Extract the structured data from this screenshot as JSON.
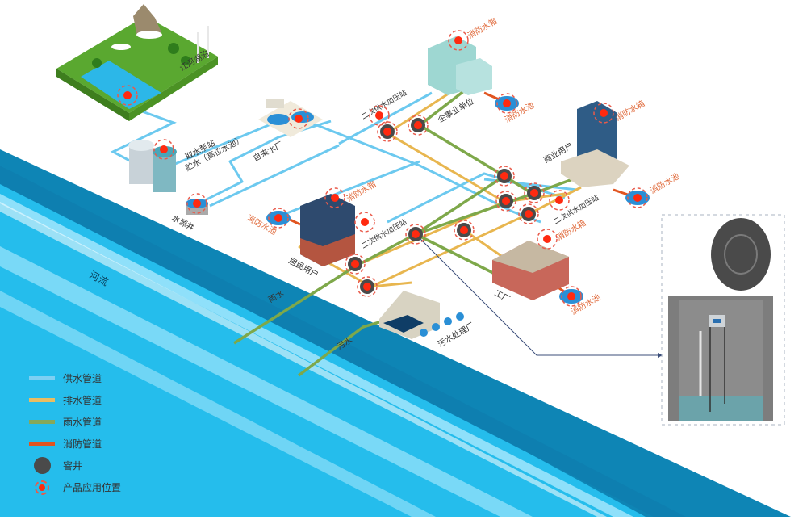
{
  "diagram": {
    "title_labels": {
      "river": "河流",
      "lake_source": "江河湖泊",
      "pump_station": "取水泵站",
      "storage": "贮水（高位水池）",
      "water_plant": "自来水厂",
      "water_well": "水源井",
      "secondary_pump_1": "二次供水加压站",
      "secondary_pump_2": "二次供水加压站",
      "secondary_pump_3": "二次供水加压站",
      "enterprise": "企事业单位",
      "commercial": "商业用户",
      "residential": "居民用户",
      "factory": "工厂",
      "sewage_plant": "污水处理厂",
      "rain_outfall": "雨水",
      "sewage_outfall": "污水"
    },
    "fire_labels": {
      "enterprise_tank": "消防水箱",
      "enterprise_pool": "消防水池",
      "commercial_tank": "消防水箱",
      "commercial_pool": "消防水池",
      "residential_tank": "消防水箱",
      "residential_pool": "消防水池",
      "factory_tank": "消防水箱",
      "factory_pool": "消防水池"
    },
    "colors": {
      "supply": "#6cc9ef",
      "drain": "#e8b64f",
      "rain": "#7ea84a",
      "fire": "#e1541f",
      "manhole": "#4a4a4a",
      "marker": "#ff2a10",
      "label_fire": "#e0693a",
      "river_dark": "#0f8fbf",
      "river_light": "#2cc5f0"
    }
  },
  "legend": {
    "items": [
      {
        "label": "供水管道",
        "type": "line",
        "color": "#7dd0f3"
      },
      {
        "label": "排水管道",
        "type": "line",
        "color": "#e9bd62"
      },
      {
        "label": "雨水管道",
        "type": "line",
        "color": "#86a85a"
      },
      {
        "label": "消防管道",
        "type": "line",
        "color": "#e1541f"
      },
      {
        "label": "窨井",
        "type": "manhole"
      },
      {
        "label": "产品应用位置",
        "type": "marker"
      }
    ]
  }
}
